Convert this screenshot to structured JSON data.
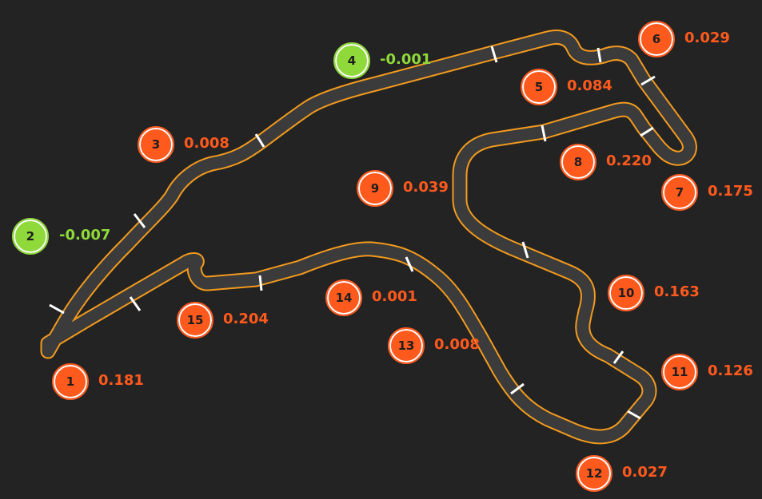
{
  "colors": {
    "background": "#232323",
    "track_surface": "#3b3b3b",
    "track_outline": "#f29a1e",
    "time_loss": "#ff5a1e",
    "time_gain": "#8fd93a",
    "sector_marker": "#ffffff"
  },
  "corners": [
    {
      "number": "1",
      "delta": "0.181",
      "status": "loss"
    },
    {
      "number": "2",
      "delta": "-0.007",
      "status": "gain"
    },
    {
      "number": "3",
      "delta": "0.008",
      "status": "loss"
    },
    {
      "number": "4",
      "delta": "-0.001",
      "status": "gain"
    },
    {
      "number": "5",
      "delta": "0.084",
      "status": "loss"
    },
    {
      "number": "6",
      "delta": "0.029",
      "status": "loss"
    },
    {
      "number": "7",
      "delta": "0.175",
      "status": "loss"
    },
    {
      "number": "8",
      "delta": "0.220",
      "status": "loss"
    },
    {
      "number": "9",
      "delta": "0.039",
      "status": "loss"
    },
    {
      "number": "10",
      "delta": "0.163",
      "status": "loss"
    },
    {
      "number": "11",
      "delta": "0.126",
      "status": "loss"
    },
    {
      "number": "12",
      "delta": "0.027",
      "status": "loss"
    },
    {
      "number": "13",
      "delta": "0.008",
      "status": "loss"
    },
    {
      "number": "14",
      "delta": "0.001",
      "status": "loss"
    },
    {
      "number": "15",
      "delta": "0.204",
      "status": "loss"
    }
  ]
}
